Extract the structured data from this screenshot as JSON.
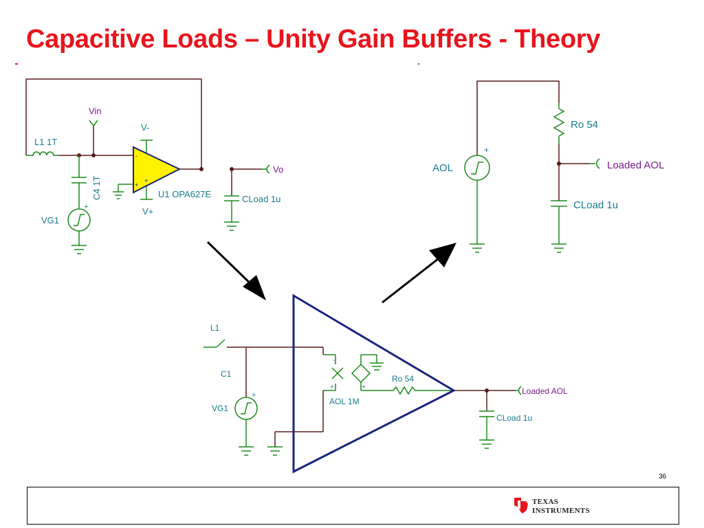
{
  "slide": {
    "title": "Capacitive Loads – Unity Gain Buffers - Theory",
    "page_number": "36"
  },
  "circuit_left": {
    "vin": "Vin",
    "l1": "L1 1T",
    "c4": "C4 1T",
    "vg1": "VG1",
    "vminus": "V-",
    "vplus": "V+",
    "u1": "U1 OPA627E",
    "vo": "Vo",
    "cload": "CLoad 1u",
    "in_minus": "-",
    "in_plus": "+",
    "plus_sign": "+"
  },
  "circuit_right": {
    "aol": "AOL",
    "ro": "Ro 54",
    "loaded_aol": "Loaded AOL",
    "cload": "CLoad 1u",
    "plus_sign": "+"
  },
  "circuit_bottom": {
    "l1": "L1",
    "c1": "C1",
    "vg1": "VG1",
    "aol": "AOL 1M",
    "ro": "Ro 54",
    "loaded_aol": "Loaded AOL",
    "cload": "CLoad 1u",
    "minus_sign": "-",
    "plus_sign": "+"
  },
  "logo": {
    "line1": "Texas",
    "line2": "Instruments"
  },
  "colors": {
    "title": "#e8141c",
    "wire": "#5a1a1a",
    "component": "#1a8a1a",
    "label_teal": "#157a8a",
    "label_purple": "#7a1a8a",
    "opamp_fill": "#fff200",
    "triangle": "#1a237e"
  }
}
